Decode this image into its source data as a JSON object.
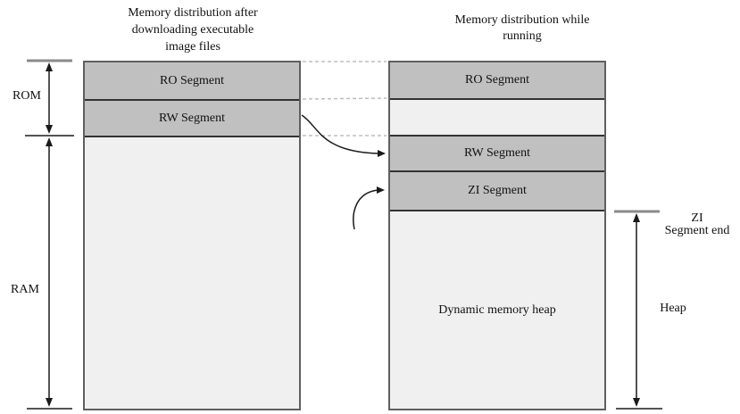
{
  "diagram": {
    "left_column": {
      "title": "Memory distribution after\ndownloading executable\nimage files",
      "segments": {
        "ro": "RO Segment",
        "rw": "RW Segment"
      },
      "rom_label": "ROM",
      "ram_label": "RAM"
    },
    "right_column": {
      "title": "Memory distribution while\nrunning",
      "segments": {
        "ro": "RO Segment",
        "rw": "RW Segment",
        "zi": "ZI Segment",
        "heap": "Dynamic memory heap"
      },
      "zi_end_label": "ZI\nSegment end",
      "heap_label": "Heap"
    },
    "colors": {
      "segment_dark": "#c0c0c0",
      "segment_light": "#f0f0f0",
      "column_border": "#5f5f5f",
      "divider": "#333333",
      "dashed_line": "#bdbdbd",
      "arrow_line": "#1a1a1a",
      "tick_gray": "#8a8a8a"
    }
  }
}
